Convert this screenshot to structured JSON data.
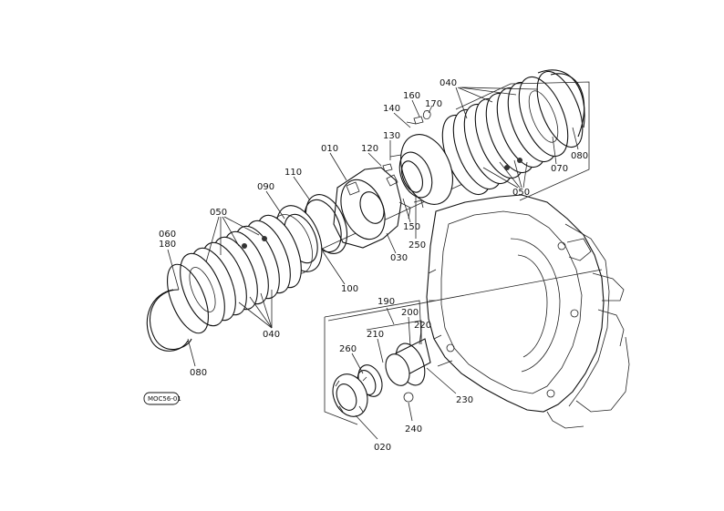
{
  "diagram_code": "MOC56-01",
  "callouts": [
    {
      "id": "040-top",
      "text": "040"
    },
    {
      "id": "160",
      "text": "160"
    },
    {
      "id": "170",
      "text": "170"
    },
    {
      "id": "140",
      "text": "140"
    },
    {
      "id": "130",
      "text": "130"
    },
    {
      "id": "120",
      "text": "120"
    },
    {
      "id": "010",
      "text": "010"
    },
    {
      "id": "110",
      "text": "110"
    },
    {
      "id": "090",
      "text": "090"
    },
    {
      "id": "050-left",
      "text": "050"
    },
    {
      "id": "060",
      "text": "060"
    },
    {
      "id": "180",
      "text": "180"
    },
    {
      "id": "070",
      "text": "070"
    },
    {
      "id": "080-top",
      "text": "080"
    },
    {
      "id": "050-right",
      "text": "050"
    },
    {
      "id": "150",
      "text": "150"
    },
    {
      "id": "250",
      "text": "250"
    },
    {
      "id": "030",
      "text": "030"
    },
    {
      "id": "100",
      "text": "100"
    },
    {
      "id": "040-bottom",
      "text": "040"
    },
    {
      "id": "080-bottom",
      "text": "080"
    },
    {
      "id": "190",
      "text": "190"
    },
    {
      "id": "200",
      "text": "200"
    },
    {
      "id": "220",
      "text": "220"
    },
    {
      "id": "210",
      "text": "210"
    },
    {
      "id": "260",
      "text": "260"
    },
    {
      "id": "230",
      "text": "230"
    },
    {
      "id": "240",
      "text": "240"
    },
    {
      "id": "020",
      "text": "020"
    }
  ]
}
